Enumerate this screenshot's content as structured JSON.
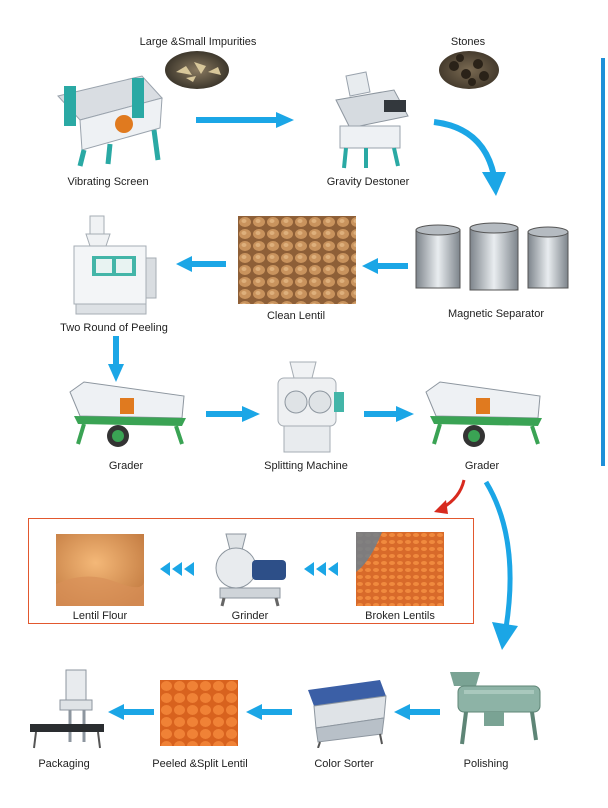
{
  "colors": {
    "arrow": "#1ba6e6",
    "red_arrow": "#d82a1e",
    "box_border": "#e2582e",
    "rail": "#1e8fd8"
  },
  "impurities": {
    "large_small": "Large &Small Impurities",
    "stones": "Stones"
  },
  "steps": {
    "vibrating_screen": "Vibrating Screen",
    "gravity_destoner": "Gravity Destoner",
    "magnetic_separator": "Magnetic Separator",
    "clean_lentil": "Clean Lentil",
    "two_round_peeling": "Two Round of Peeling",
    "grader_left": "Grader",
    "splitting_machine": "Splitting Machine",
    "grader_right": "Grader",
    "broken_lentils": "Broken Lentils",
    "grinder": "Grinder",
    "lentil_flour": "Lentil Flour",
    "polishing": "Polishing",
    "color_sorter": "Color Sorter",
    "peeled_split_lentil": "Peeled &Split Lentil",
    "packaging": "Packaging"
  }
}
